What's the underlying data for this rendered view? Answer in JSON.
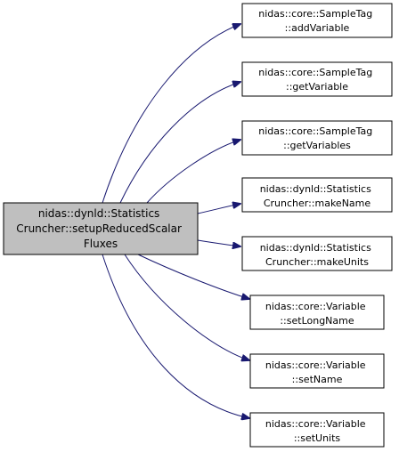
{
  "graph": {
    "colors": {
      "edge": "#191970",
      "node_border": "#000000",
      "node_fill": "#ffffff",
      "root_fill": "#bfbfbf",
      "text": "#000000"
    },
    "root": {
      "lines": [
        "nidas::dynld::Statistics",
        "Cruncher::setupReducedScalar",
        "Fluxes"
      ]
    },
    "callees": [
      {
        "lines": [
          "nidas::core::SampleTag",
          "::addVariable"
        ]
      },
      {
        "lines": [
          "nidas::core::SampleTag",
          "::getVariable"
        ]
      },
      {
        "lines": [
          "nidas::core::SampleTag",
          "::getVariables"
        ]
      },
      {
        "lines": [
          "nidas::dynld::Statistics",
          "Cruncher::makeName"
        ]
      },
      {
        "lines": [
          "nidas::dynld::Statistics",
          "Cruncher::makeUnits"
        ]
      },
      {
        "lines": [
          "nidas::core::Variable",
          "::setLongName"
        ]
      },
      {
        "lines": [
          "nidas::core::Variable",
          "::setName"
        ]
      },
      {
        "lines": [
          "nidas::core::Variable",
          "::setUnits"
        ]
      }
    ]
  }
}
